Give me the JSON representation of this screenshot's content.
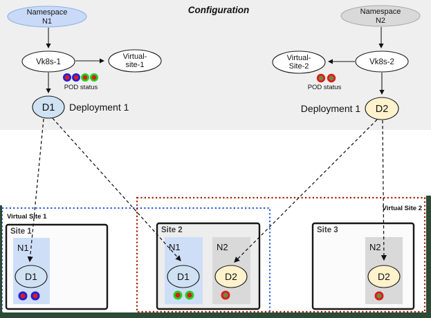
{
  "title": "Configuration",
  "colors": {
    "config_bg": "#efefef",
    "edge": "#2c4a36"
  },
  "config": {
    "left": {
      "namespace": {
        "line1": "Namespace",
        "line2": "N1",
        "fill": "#c9daf8"
      },
      "vk8s_label": "Vk8s-1",
      "virtual_site": {
        "line1": "Virtual-",
        "line2": "site-1"
      },
      "pods": [
        {
          "ring": "#1f1fdd",
          "center": "#e01b1b"
        },
        {
          "ring": "#1f1fdd",
          "center": "#e01b1b"
        },
        {
          "ring": "#21d421",
          "center": "#e01b1b"
        },
        {
          "ring": "#21d421",
          "center": "#e01b1b"
        }
      ],
      "pod_status_label": "POD status",
      "deployment_node": "D1",
      "deployment_node_fill": "#cfe2f3",
      "deployment_label": "Deployment 1"
    },
    "right": {
      "namespace": {
        "line1": "Namespace",
        "line2": "N2",
        "fill": "#d9d9d9"
      },
      "vk8s_label": "Vk8s-2",
      "virtual_site": {
        "line1": "Virtual-",
        "line2": "Site-2"
      },
      "pods": [
        {
          "ring": "#e01b1b",
          "center": "#6e8b3d"
        },
        {
          "ring": "#e01b1b",
          "center": "#6e8b3d"
        }
      ],
      "pod_status_label": "POD status",
      "deployment_node": "D2",
      "deployment_node_fill": "#fff2cc",
      "deployment_label": "Deployment 1"
    }
  },
  "virtual_sites": [
    {
      "label": "Virtual Site 1",
      "color": "#2b5be0"
    },
    {
      "label": "Virtual Site 2",
      "color": "#a61c00"
    }
  ],
  "sites": [
    {
      "name": "Site 1",
      "fill": "#fbfbfb",
      "namespaces": [
        {
          "name": "N1",
          "fill": "#cfdef7",
          "deployment": "D1",
          "deployment_fill": "#cfe2f3",
          "pods": [
            {
              "ring": "#1f1fdd",
              "center": "#e01b1b"
            },
            {
              "ring": "#1f1fdd",
              "center": "#e01b1b"
            }
          ]
        }
      ]
    },
    {
      "name": "Site 2",
      "fill": "#ededed",
      "namespaces": [
        {
          "name": "N1",
          "fill": "#cfdef7",
          "deployment": "D1",
          "deployment_fill": "#cfe2f3",
          "pods": [
            {
              "ring": "#21d421",
              "center": "#e01b1b"
            },
            {
              "ring": "#21d421",
              "center": "#e01b1b"
            }
          ]
        },
        {
          "name": "N2",
          "fill": "#d9d9d9",
          "deployment": "D2",
          "deployment_fill": "#fff2cc",
          "pods": [
            {
              "ring": "#e01b1b",
              "center": "#6e8b3d"
            }
          ]
        }
      ]
    },
    {
      "name": "Site 3",
      "fill": "#fbfbfb",
      "namespaces": [
        {
          "name": "N2",
          "fill": "#d9d9d9",
          "deployment": "D2",
          "deployment_fill": "#fff2cc",
          "pods": [
            {
              "ring": "#e01b1b",
              "center": "#6e8b3d"
            }
          ]
        }
      ]
    }
  ]
}
